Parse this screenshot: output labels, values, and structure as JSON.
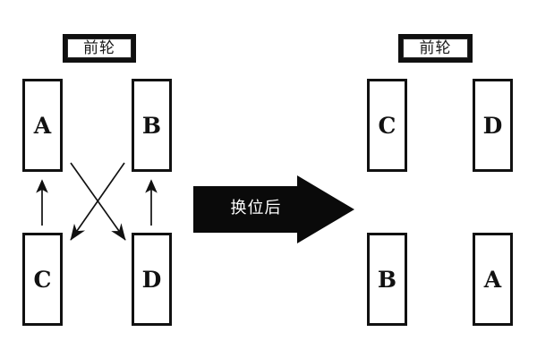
{
  "diagram": {
    "title_left": "前轮",
    "title_right": "前轮",
    "transition_label": "换位后",
    "colors": {
      "stroke": "#111111",
      "arrow_fill": "#0a0a0a",
      "arrow_text": "#ffffff",
      "background": "#ffffff"
    },
    "left_group": {
      "caption": "前轮",
      "positions": [
        {
          "slot": "front-left",
          "label": "A"
        },
        {
          "slot": "front-right",
          "label": "B"
        },
        {
          "slot": "rear-left",
          "label": "C"
        },
        {
          "slot": "rear-right",
          "label": "D"
        }
      ]
    },
    "right_group": {
      "caption": "前轮",
      "positions": [
        {
          "slot": "front-left",
          "label": "C"
        },
        {
          "slot": "front-right",
          "label": "D"
        },
        {
          "slot": "rear-left",
          "label": "B"
        },
        {
          "slot": "rear-right",
          "label": "A"
        }
      ]
    },
    "movements": [
      {
        "from": "rear-left",
        "to": "front-left",
        "kind": "straight-up"
      },
      {
        "from": "rear-right",
        "to": "front-right",
        "kind": "straight-up"
      },
      {
        "from": "rear-left",
        "to": "front-right",
        "kind": "diagonal"
      },
      {
        "from": "rear-right",
        "to": "front-left",
        "kind": "diagonal"
      }
    ]
  }
}
